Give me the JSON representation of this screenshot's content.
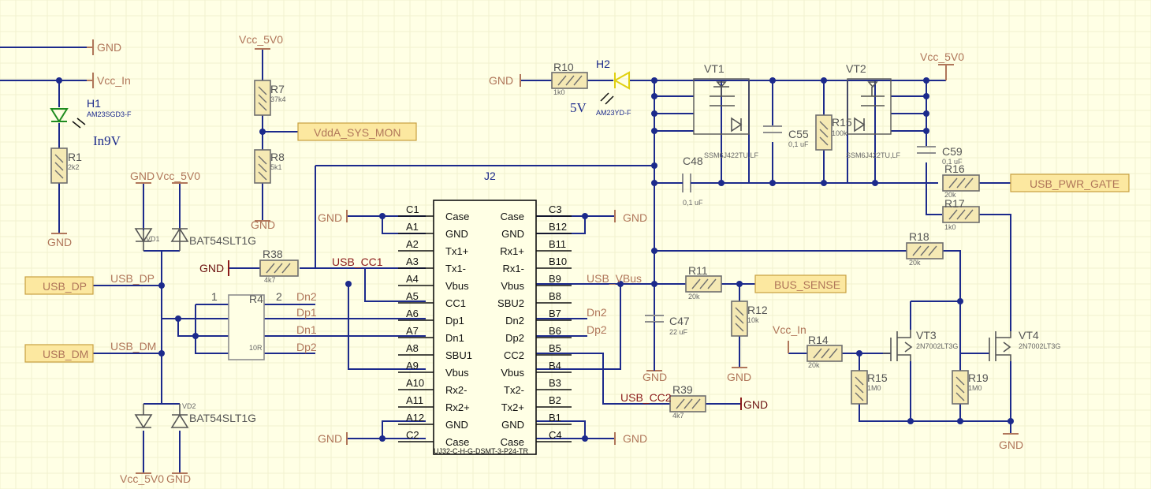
{
  "nets": {
    "gnd": "GND",
    "vcc_in": "Vcc_In",
    "vcc_5v0": "Vcc_5V0",
    "vdda_sys_mon": "VddA_SYS_MON",
    "usb_pwr_gate": "USB_PWR_GATE",
    "bus_sense": "BUS_SENSE",
    "usb_dp": "USB_DP",
    "usb_dm": "USB_DM",
    "usb_cc1": "USB_CC1",
    "usb_cc2": "USB_CC2",
    "usb_vbus": "USB_VBus",
    "dn2": "Dn2",
    "dp1": "Dp1",
    "dn1": "Dn1",
    "dp2": "Dp2"
  },
  "components": {
    "h1": {
      "designator": "H1",
      "part": "AM23SGD3-F",
      "label": "In9V"
    },
    "h2": {
      "designator": "H2",
      "part": "AM23YD-F",
      "label": "5V"
    },
    "r1": {
      "designator": "R1",
      "value": "2k2"
    },
    "r7": {
      "designator": "R7",
      "value": "37k4"
    },
    "r8": {
      "designator": "R8",
      "value": "5k1"
    },
    "r10": {
      "designator": "R10",
      "value": "1k0"
    },
    "r11": {
      "designator": "R11",
      "value": "20k"
    },
    "r12": {
      "designator": "R12",
      "value": "10k"
    },
    "r14": {
      "designator": "R14",
      "value": "20k"
    },
    "r15": {
      "designator": "R15",
      "value": "1M0"
    },
    "r15b": {
      "designator": "R15",
      "value": "100k"
    },
    "r16": {
      "designator": "R16",
      "value": "20k"
    },
    "r17": {
      "designator": "R17",
      "value": "1k0"
    },
    "r18": {
      "designator": "R18",
      "value": "20k"
    },
    "r19": {
      "designator": "R19",
      "value": "1M0"
    },
    "r38": {
      "designator": "R38",
      "value": "4k7"
    },
    "r39": {
      "designator": "R39",
      "value": "4k7"
    },
    "r4": {
      "designator": "R4",
      "value": "10R",
      "pin1": "1",
      "pin2": "2"
    },
    "vt1": {
      "designator": "VT1",
      "part": "SSM6J422TU,LF"
    },
    "vt2": {
      "designator": "VT2",
      "part": "SSM6J422TU,LF"
    },
    "vt3": {
      "designator": "VT3",
      "part": "2N7002LT3G"
    },
    "vt4": {
      "designator": "VT4",
      "part": "2N7002LT3G"
    },
    "c47": {
      "designator": "C47",
      "value": "22 uF"
    },
    "c48": {
      "designator": "C48",
      "value": "0,1 uF"
    },
    "c55": {
      "designator": "C55",
      "value": "0,1 uF"
    },
    "c59": {
      "designator": "C59",
      "value": "0,1 uF"
    },
    "vd1": {
      "designator": "VD1",
      "part": "BAT54SLT1G"
    },
    "vd2": {
      "designator": "VD2",
      "part": "BAT54SLT1G"
    }
  },
  "j2": {
    "designator": "J2",
    "part": "UJ32-C-H-G-DSMT-3-P24-TR",
    "left_pins": [
      {
        "num": "C1",
        "name": "Case"
      },
      {
        "num": "A1",
        "name": "GND"
      },
      {
        "num": "A2",
        "name": "Tx1+"
      },
      {
        "num": "A3",
        "name": "Tx1-"
      },
      {
        "num": "A4",
        "name": "Vbus"
      },
      {
        "num": "A5",
        "name": "CC1"
      },
      {
        "num": "A6",
        "name": "Dp1"
      },
      {
        "num": "A7",
        "name": "Dn1"
      },
      {
        "num": "A8",
        "name": "SBU1"
      },
      {
        "num": "A9",
        "name": "Vbus"
      },
      {
        "num": "A10",
        "name": "Rx2-"
      },
      {
        "num": "A11",
        "name": "Rx2+"
      },
      {
        "num": "A12",
        "name": "GND"
      },
      {
        "num": "C2",
        "name": "Case"
      }
    ],
    "right_pins": [
      {
        "num": "C3",
        "name": "Case"
      },
      {
        "num": "B12",
        "name": "GND"
      },
      {
        "num": "B11",
        "name": "Rx1+"
      },
      {
        "num": "B10",
        "name": "Rx1-"
      },
      {
        "num": "B9",
        "name": "Vbus"
      },
      {
        "num": "B8",
        "name": "SBU2"
      },
      {
        "num": "B7",
        "name": "Dn2"
      },
      {
        "num": "B6",
        "name": "Dp2"
      },
      {
        "num": "B5",
        "name": "CC2"
      },
      {
        "num": "B4",
        "name": "Vbus"
      },
      {
        "num": "B3",
        "name": "Tx2-"
      },
      {
        "num": "B2",
        "name": "Tx2+"
      },
      {
        "num": "B1",
        "name": "GND"
      },
      {
        "num": "C4",
        "name": "Case"
      }
    ]
  }
}
